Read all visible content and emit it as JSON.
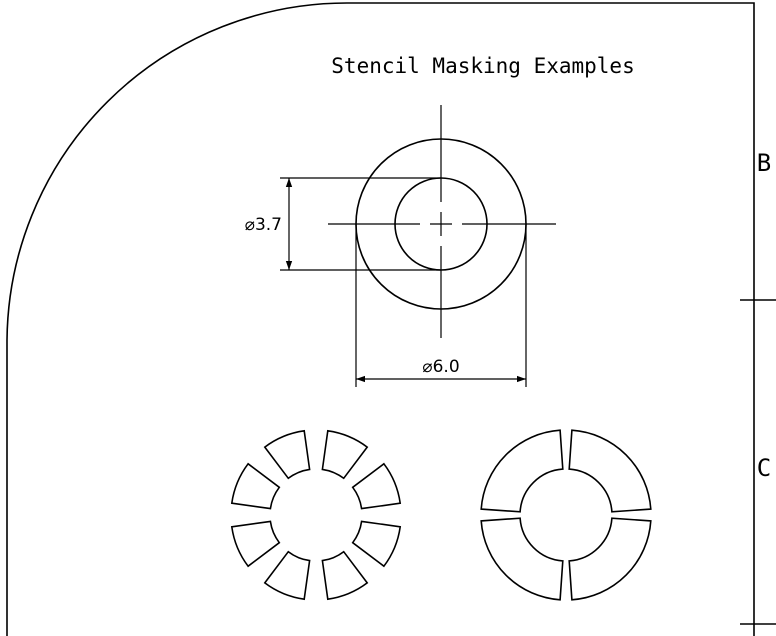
{
  "title": "Stencil Masking Examples",
  "dimensions": {
    "inner_diameter": "⌀3.7",
    "outer_diameter": "⌀6.0"
  },
  "zones": [
    "B",
    "C"
  ],
  "masks": {
    "left_segments": 8,
    "right_segments": 4
  }
}
